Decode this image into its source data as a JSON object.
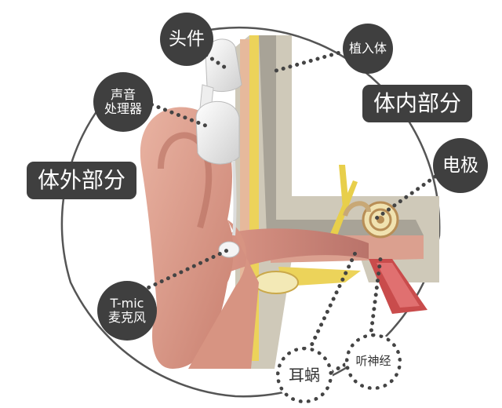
{
  "diagram": {
    "labels": {
      "headpiece": "头件",
      "sound_processor": "声音\n处理器",
      "implant": "植入体",
      "internal_part": "体内部分",
      "external_part": "体外部分",
      "electrode": "电极",
      "t_mic": "T-mic\n麦克风",
      "cochlea": "耳蜗",
      "auditory_nerve": "听神经"
    },
    "colors": {
      "label_fill": "#3f3f3f",
      "label_text": "#ffffff",
      "connector": "#444444",
      "skin": "#dfa090",
      "bone": "#d8cfa6",
      "tissue_yellow": "#ecd35a",
      "device_white": "#f2f2f2"
    }
  }
}
